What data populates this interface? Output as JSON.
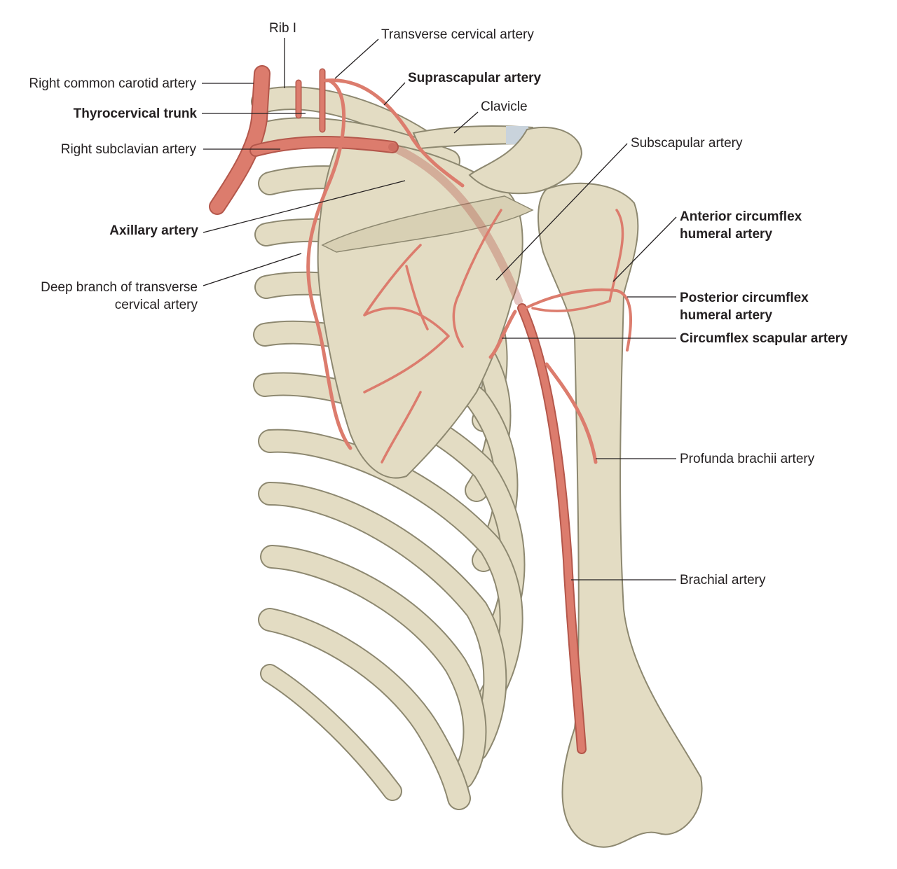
{
  "title": "Arteries of the shoulder region",
  "colors": {
    "bone": "#e3dcc3",
    "bone_outline": "#8d8870",
    "artery": "#dc7c6d",
    "artery_outline": "#b4574b",
    "cartilage": "#c9d3dc"
  },
  "labels": {
    "rib_1": "Rib I",
    "transverse_cervical": "Transverse cervical artery",
    "right_common_carotid": "Right common carotid artery",
    "suprascapular": "Suprascapular artery",
    "thyrocervical": "Thyrocervical trunk",
    "clavicle": "Clavicle",
    "right_subclavian": "Right subclavian artery",
    "subscapular": "Subscapular artery",
    "axillary": "Axillary artery",
    "anterior_circumflex_1": "Anterior circumflex",
    "anterior_circumflex_2": "humeral artery",
    "deep_branch_1": "Deep branch of transverse",
    "deep_branch_2": "cervical artery",
    "posterior_circumflex_1": "Posterior circumflex",
    "posterior_circumflex_2": "humeral artery",
    "circumflex_scapular": "Circumflex scapular artery",
    "profunda_brachii": "Profunda brachii artery",
    "brachial": "Brachial artery"
  }
}
